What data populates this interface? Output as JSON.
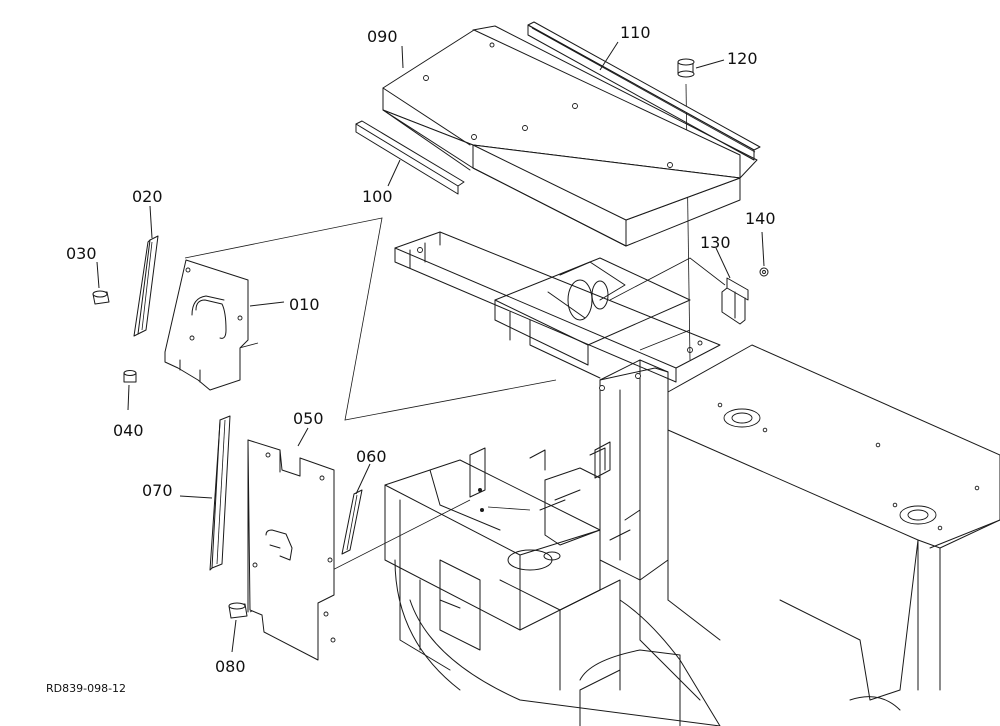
{
  "parts": [
    {
      "id": "p090",
      "label": "090"
    },
    {
      "id": "p110",
      "label": "110"
    },
    {
      "id": "p120",
      "label": "120"
    },
    {
      "id": "p100",
      "label": "100"
    },
    {
      "id": "p020",
      "label": "020"
    },
    {
      "id": "p030",
      "label": "030"
    },
    {
      "id": "p010",
      "label": "010"
    },
    {
      "id": "p040",
      "label": "040"
    },
    {
      "id": "p140",
      "label": "140"
    },
    {
      "id": "p130",
      "label": "130"
    },
    {
      "id": "p050",
      "label": "050"
    },
    {
      "id": "p060",
      "label": "060"
    },
    {
      "id": "p070",
      "label": "070"
    },
    {
      "id": "p080",
      "label": "080"
    }
  ],
  "drawing_ref": "RD839-098-12"
}
